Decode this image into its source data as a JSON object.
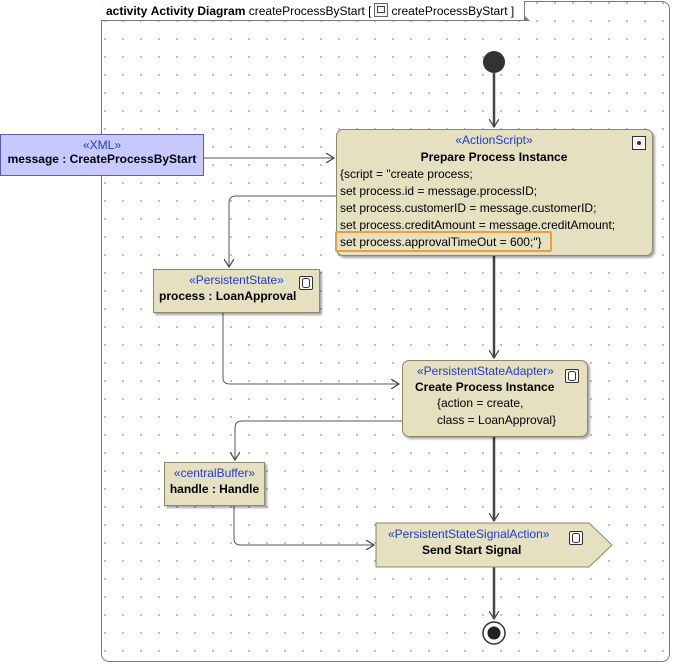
{
  "frame": {
    "kind": "activity",
    "type": "Activity Diagram",
    "name": "createProcessByStart",
    "open": "[",
    "ref": "createProcessByStart",
    "close": "]"
  },
  "nodes": {
    "message": {
      "stereotype": "«XML»",
      "name": "message : CreateProcessByStart"
    },
    "prepare": {
      "stereotype": "«ActionScript»",
      "name": "Prepare Process Instance",
      "lines": [
        "{script = \"create process;",
        "set process.id = message.processID;",
        "set process.customerID = message.customerID;",
        "set process.creditAmount = message.creditAmount;",
        "set process.approvalTimeOut = 600;\"}"
      ]
    },
    "process_state": {
      "stereotype": "«PersistentState»",
      "name": "process : LoanApproval"
    },
    "create_instance": {
      "stereotype": "«PersistentStateAdapter»",
      "name": "Create Process Instance",
      "lines": [
        "{action = create,",
        "class = LoanApproval}"
      ]
    },
    "handle": {
      "stereotype": "«centralBuffer»",
      "name": "handle : Handle"
    },
    "send_signal": {
      "stereotype": "«PersistentStateSignalAction»",
      "name": "Send Start Signal"
    }
  },
  "colors": {
    "node_fill": "#e4e0c0",
    "xml_fill": "#c8caff",
    "stereotype_text": "#1f3bd6",
    "highlight": "#e8a040"
  }
}
